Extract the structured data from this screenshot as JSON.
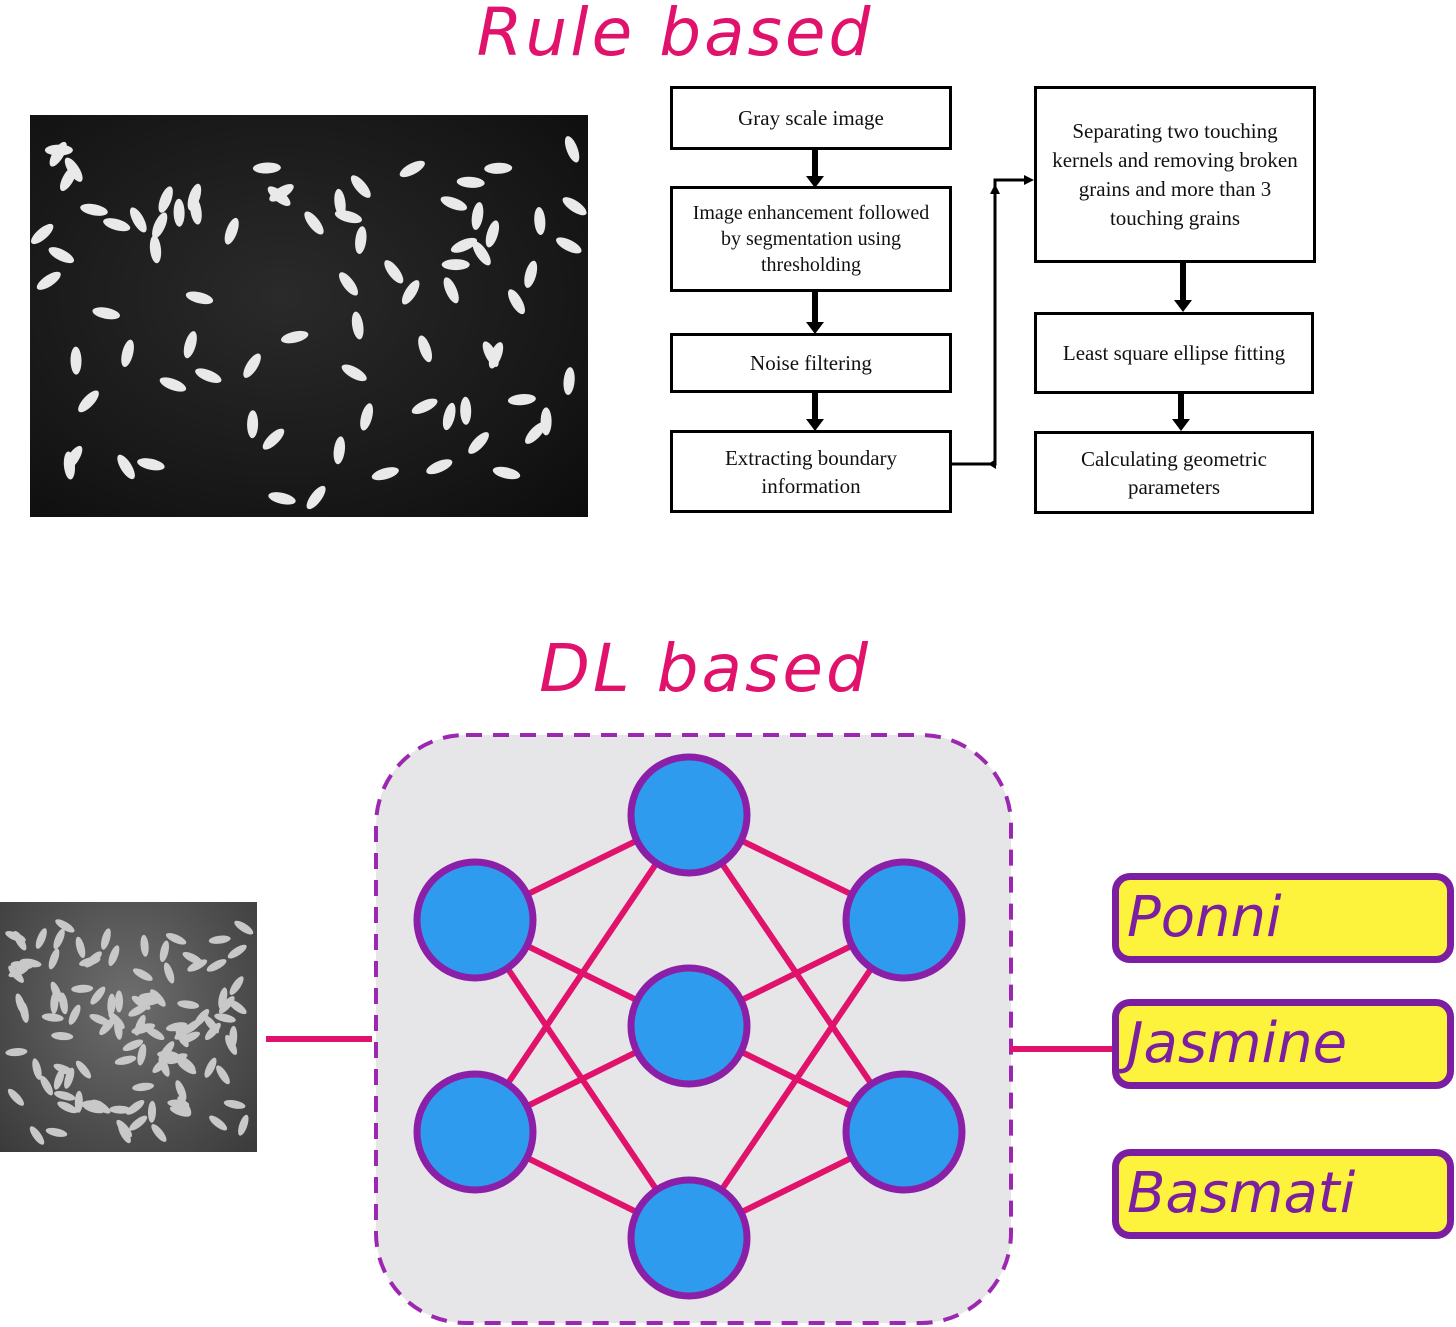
{
  "colors": {
    "title": "#e0126b",
    "connection": "#e0126b",
    "neuron_fill": "#2f9bee",
    "neuron_border": "#8b1fa8",
    "panel_border": "#9c27b0",
    "panel_fill": "#e6e6e8",
    "label_fill": "#fef33c",
    "label_text": "#7b1ea2"
  },
  "rule_section": {
    "title": "Rule based",
    "flowchart": {
      "steps": [
        "Gray scale image",
        "Image enhancement followed by segmentation using thresholding",
        "Noise filtering",
        "Extracting boundary information",
        "Separating two touching kernels and removing broken grains and more than 3 touching grains",
        "Least square ellipse fitting",
        "Calculating geometric parameters"
      ]
    }
  },
  "dl_section": {
    "title": "DL based",
    "network": {
      "layers": [
        2,
        3,
        2
      ]
    },
    "classes": [
      "Ponni",
      "Jasmine",
      "Basmati"
    ]
  }
}
